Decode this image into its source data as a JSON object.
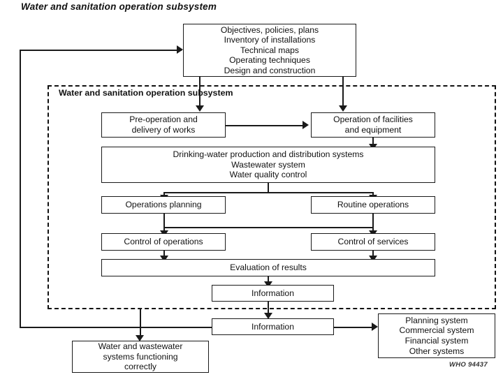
{
  "title": "Water and sanitation operation subsystem",
  "region": {
    "label_line1": "Water and sanitation",
    "label_line2": "operation subsystem"
  },
  "boxes": {
    "objectives": {
      "lines": [
        "Objectives, policies, plans",
        "Inventory of installations",
        "Technical maps",
        "Operating techniques",
        "Design and construction"
      ]
    },
    "pre_operation": {
      "lines": [
        "Pre-operation and",
        "delivery of works"
      ]
    },
    "operation_facilities": {
      "lines": [
        "Operation of facilities",
        "and equipment"
      ]
    },
    "production_systems": {
      "lines": [
        "Drinking-water production and distribution systems",
        "Wastewater system",
        "Water quality control"
      ]
    },
    "operations_planning": {
      "lines": [
        "Operations planning"
      ]
    },
    "routine_operations": {
      "lines": [
        "Routine operations"
      ]
    },
    "control_operations": {
      "lines": [
        "Control of operations"
      ]
    },
    "control_services": {
      "lines": [
        "Control of services"
      ]
    },
    "evaluation": {
      "lines": [
        "Evaluation of results"
      ]
    },
    "information_inner": {
      "lines": [
        "Information"
      ]
    },
    "information_outer": {
      "lines": [
        "Information"
      ]
    },
    "water_wastewater": {
      "lines": [
        "Water and wastewater",
        "systems functioning",
        "correctly"
      ]
    },
    "other_systems": {
      "lines": [
        "Planning system",
        "Commercial system",
        "Financial system",
        "Other systems"
      ]
    }
  },
  "footer": {
    "who_code": "WHO 94437"
  },
  "colors": {
    "ink": "#1a1a1a",
    "paper": "#ffffff"
  }
}
